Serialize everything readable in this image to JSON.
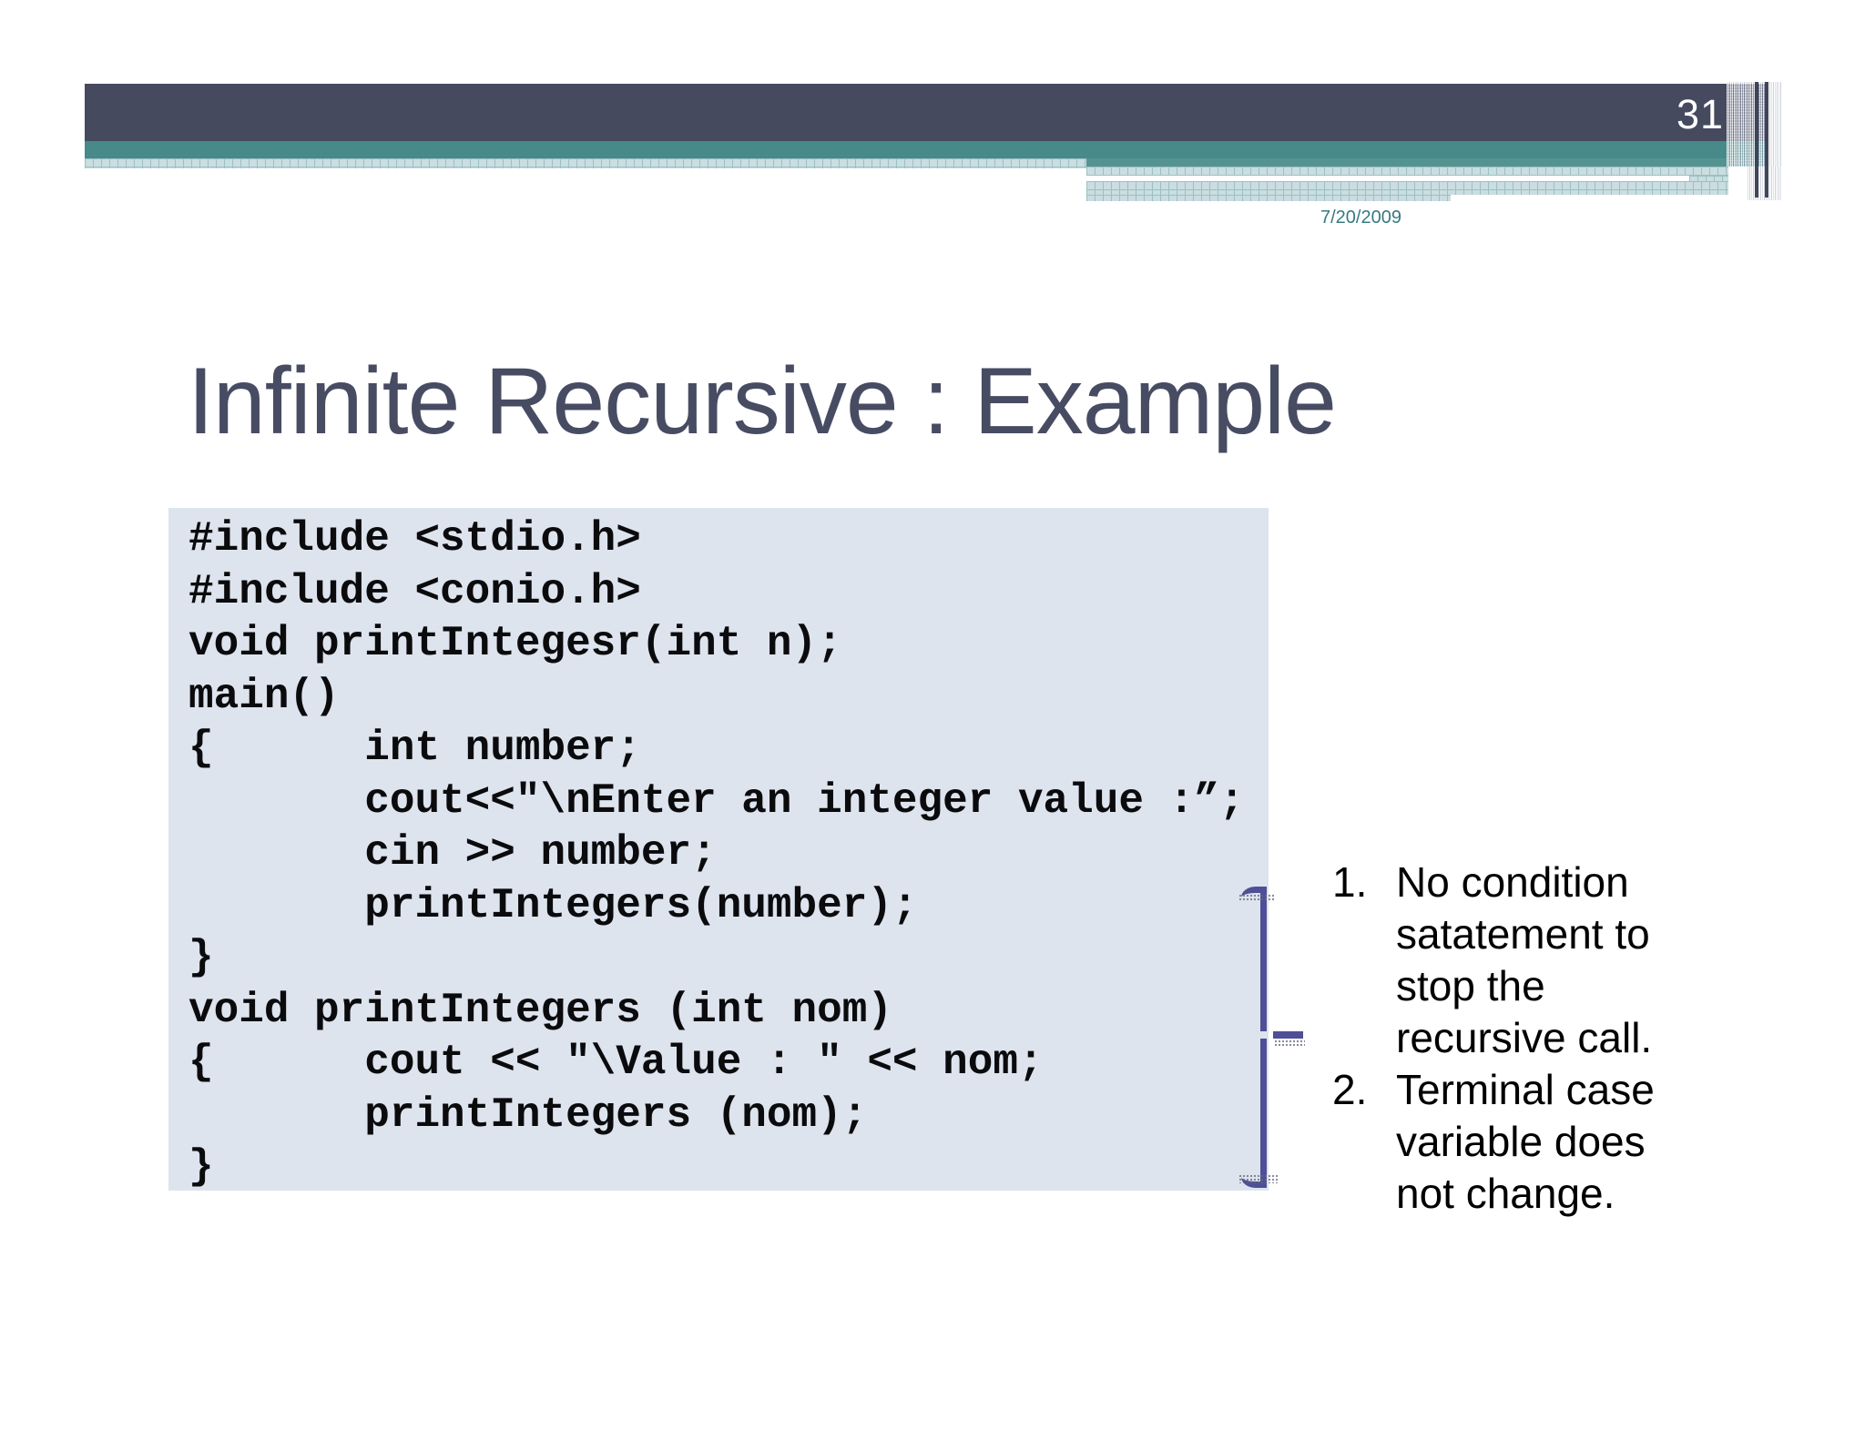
{
  "slide": {
    "page_number": "31",
    "date": "7/20/2009",
    "title": "Infinite Recursive : Example",
    "code": {
      "lines": [
        "#include <stdio.h>",
        "#include <conio.h>",
        "void printIntegesr(int n);",
        "main()",
        "{      int number;",
        "       cout<<\"\\nEnter an integer value :”;",
        "       cin >> number;",
        "       printIntegers(number);",
        "}",
        "void printIntegers (int nom)",
        "{      cout << \"\\Value : \" << nom;",
        "       printIntegers (nom);",
        "}"
      ]
    },
    "notes": [
      {
        "number": "1.",
        "text": "No condition satatement to stop the recursive call."
      },
      {
        "number": "2.",
        "text": "Terminal case variable does not change."
      }
    ],
    "colors": {
      "header_dark": "#464a5f",
      "header_teal": "#478a89",
      "check_fill": "#cadde0",
      "check_line": "#9cc0c4",
      "code_bg": "#dde4ee",
      "code_text": "#0b0b0d",
      "brace": "#4e4f96",
      "date_text": "#377a80",
      "title_text": "#474c63",
      "notes_text": "#000000",
      "page_number_text": "#ffffff"
    }
  }
}
